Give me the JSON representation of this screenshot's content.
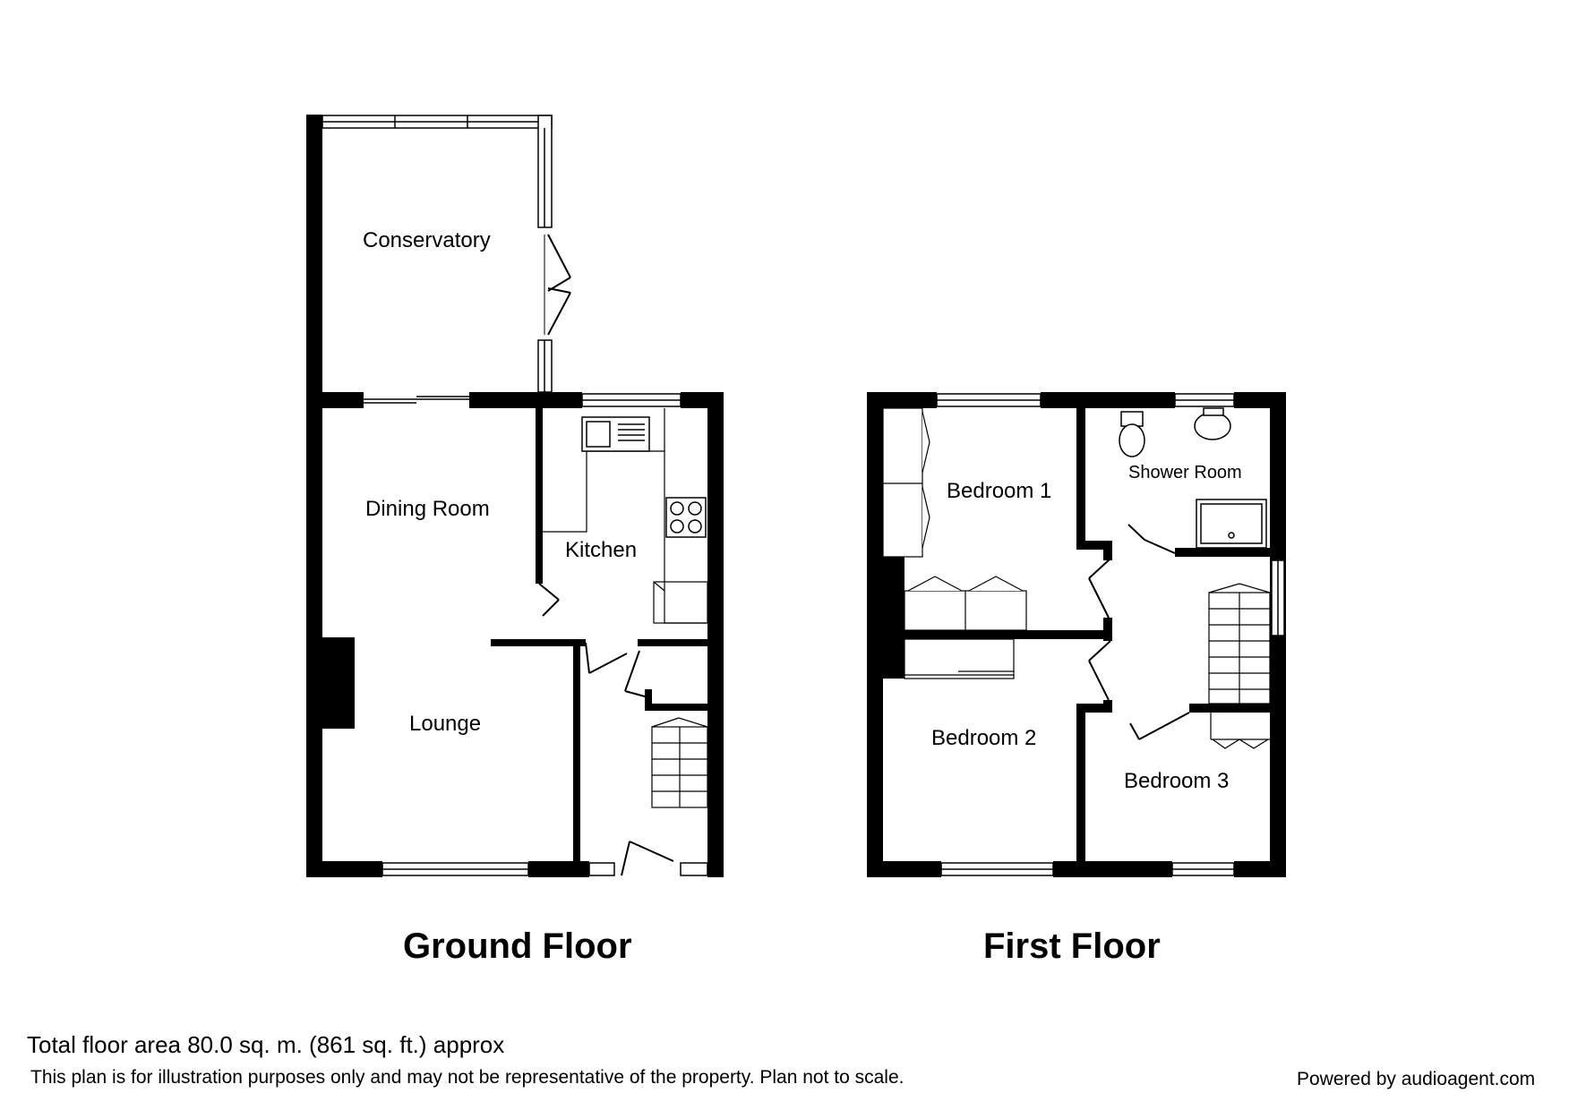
{
  "rooms": {
    "conservatory": "Conservatory",
    "dining_room": "Dining Room",
    "kitchen": "Kitchen",
    "lounge": "Lounge",
    "bedroom_1": "Bedroom 1",
    "shower_room": "Shower Room",
    "bedroom_2": "Bedroom 2",
    "bedroom_3": "Bedroom 3"
  },
  "floors": {
    "ground": "Ground Floor",
    "first": "First Floor"
  },
  "footer": {
    "total_area": "Total floor area 80.0 sq. m. (861 sq. ft.) approx",
    "disclaimer": "This plan is for illustration purposes only and may not be representative of the property. Plan not to scale.",
    "powered_by": "Powered by audioagent.com"
  },
  "colors": {
    "wall": "#000000",
    "background": "#ffffff"
  }
}
